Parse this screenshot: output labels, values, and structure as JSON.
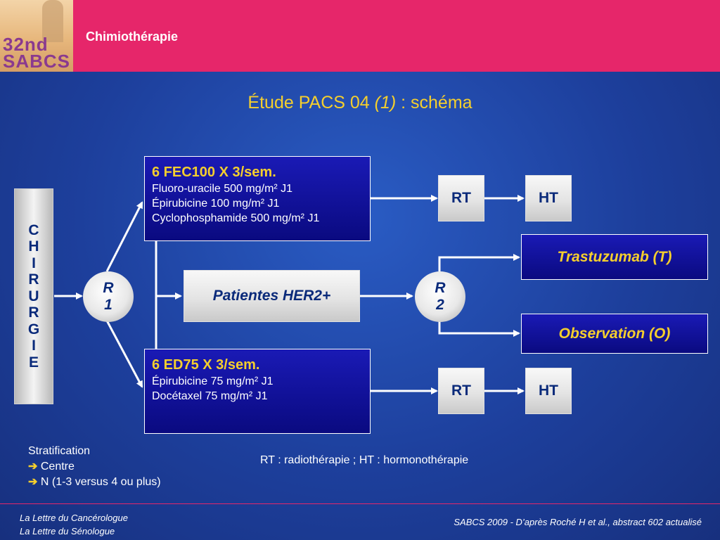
{
  "header": {
    "logo_line1": "32nd",
    "logo_line2": "SABCS",
    "title": "Chimiothérapie"
  },
  "slide": {
    "title_main": "Étude PACS 04 ",
    "title_ref": "(1)",
    "title_tail": " : schéma"
  },
  "diagram": {
    "surgery_letters": [
      "C",
      "H",
      "I",
      "R",
      "U",
      "R",
      "G",
      "I",
      "E"
    ],
    "r1": [
      "R",
      "1"
    ],
    "r2": [
      "R",
      "2"
    ],
    "arm_fec": {
      "heading": "6 FEC100 X 3/sem.",
      "lines": [
        "Fluoro-uracile 500 mg/m² J1",
        "Épirubicine 100 mg/m² J1",
        "Cyclophosphamide 500 mg/m² J1"
      ]
    },
    "arm_ed": {
      "heading": "6 ED75 X 3/sem.",
      "lines": [
        "Épirubicine 75 mg/m² J1",
        "Docétaxel 75 mg/m² J1"
      ]
    },
    "patients": "Patientes HER2+",
    "rt_label": "RT",
    "ht_label": "HT",
    "trastuzumab": "Trastuzumab (T)",
    "observation": "Observation (O)"
  },
  "notes": {
    "strat_title": "Stratification",
    "strat_items": [
      "Centre",
      "N (1-3 versus 4 ou plus)"
    ],
    "arrow_glyph": "➔",
    "legend": "RT : radiothérapie ; HT : hormonothérapie"
  },
  "footer": {
    "left_line1": "La Lettre du Cancérologue",
    "left_line2": "La Lettre du Sénologue",
    "right": "SABCS 2009 - D’après Roché H et al., abstract 602 actualisé"
  },
  "colors": {
    "header_bg": "#e6266a",
    "accent_yellow": "#f5cf2d",
    "box_blue": "#0a0a80",
    "text_navy": "#0a2a7a"
  }
}
